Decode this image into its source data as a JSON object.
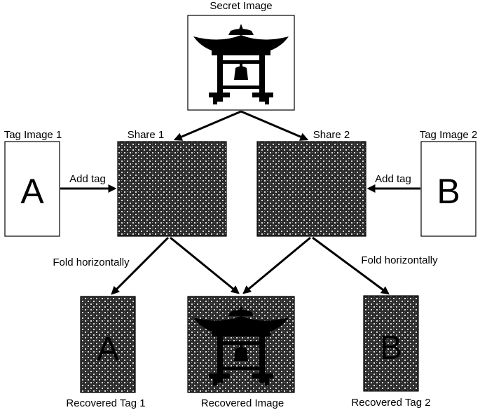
{
  "secret": {
    "label": "Secret Image"
  },
  "shares": [
    {
      "label": "Share 1"
    },
    {
      "label": "Share 2"
    }
  ],
  "tags": [
    {
      "label": "Tag Image 1",
      "letter": "A",
      "action": "Add tag"
    },
    {
      "label": "Tag Image 2",
      "letter": "B",
      "action": "Add tag"
    }
  ],
  "operations": {
    "fold_left": "Fold horizontally",
    "fold_right": "Fold horizontally"
  },
  "recovered": [
    {
      "label": "Recovered Tag 1",
      "letter": "A"
    },
    {
      "label": "Recovered Image"
    },
    {
      "label": "Recovered Tag 2",
      "letter": "B"
    }
  ],
  "colors": {
    "pattern_dark": "#2b2b2b",
    "pattern_light": "#d8d8d8",
    "ink": "#000000",
    "paper": "#ffffff"
  }
}
